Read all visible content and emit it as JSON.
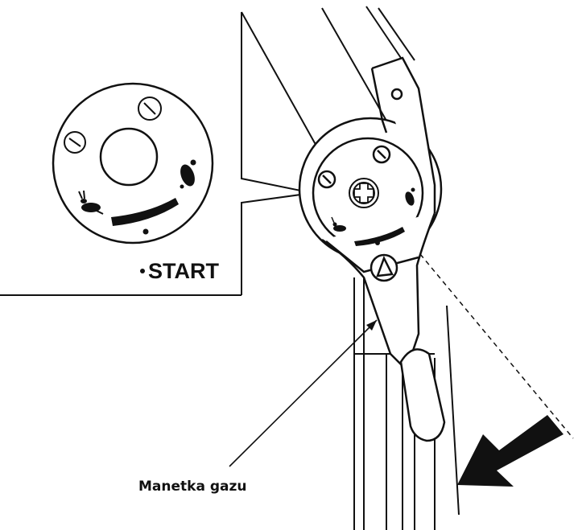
{
  "labels": {
    "start": "START",
    "throttle_lever": "Manetka gazu"
  },
  "icons": {
    "fast": "hare-icon",
    "slow": "turtle-icon",
    "arrow": "direction-arrow"
  },
  "colors": {
    "line": "#111111",
    "background": "#ffffff"
  }
}
